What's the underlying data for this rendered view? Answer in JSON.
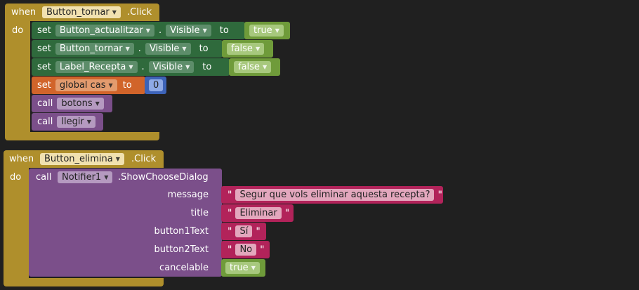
{
  "event1": {
    "when": "when",
    "component": "Button_tornar",
    "event": ".Click",
    "do": "do",
    "statements": [
      {
        "kw": "set",
        "component": "Button_actualitzar",
        "dot": ".",
        "prop": "Visible",
        "to": "to",
        "value": "true"
      },
      {
        "kw": "set",
        "component": "Button_tornar",
        "dot": ".",
        "prop": "Visible",
        "to": "to",
        "value": "false"
      },
      {
        "kw": "set",
        "component": "Label_Recepta",
        "dot": ".",
        "prop": "Visible",
        "to": "to",
        "value": "false"
      },
      {
        "kw": "set",
        "variable": "global cas",
        "to": "to",
        "value": "0"
      },
      {
        "kw": "call",
        "proc": "botons"
      },
      {
        "kw": "call",
        "proc": "llegir"
      }
    ]
  },
  "event2": {
    "when": "when",
    "component": "Button_elimina",
    "event": ".Click",
    "do": "do",
    "call": {
      "kw": "call",
      "component": "Notifier1",
      "method": ".ShowChooseDialog",
      "args": [
        {
          "name": "message",
          "value": "Segur que vols eliminar aquesta recepta?"
        },
        {
          "name": "title",
          "value": "Eliminar"
        },
        {
          "name": "button1Text",
          "value": "Sí"
        },
        {
          "name": "button2Text",
          "value": "No"
        },
        {
          "name": "cancelable",
          "value": "true"
        }
      ]
    }
  },
  "quote": "\"",
  "colors": {
    "event": "#af8f2c",
    "set_component": "#2f6a3c",
    "set_variable": "#d1642a",
    "procedure": "#7b4f8a",
    "logic": "#6f9b3a",
    "math": "#3d63b8",
    "text": "#b2235a",
    "background": "#202020"
  },
  "icons": {
    "dropdown": "triangle-down"
  }
}
